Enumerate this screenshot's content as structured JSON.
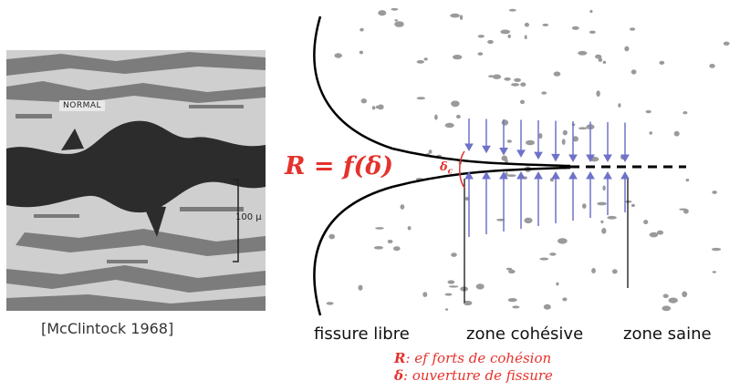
{
  "figure": {
    "micrograph": {
      "label": "NORMAL",
      "scale_label": "100 μ"
    },
    "caption": "[McClintock 1968]",
    "cohesive_law": "R = f(δ)",
    "critical_opening": {
      "symbol": "δ",
      "subscript": "c"
    },
    "zones": {
      "free_crack": "fissure libre",
      "cohesive": "zone cohésive",
      "sound": "zone saine"
    },
    "legend": [
      {
        "symbol": "R",
        "text": ": ef forts de cohésion"
      },
      {
        "symbol": "δ",
        "text": ": ouverture de fissure"
      }
    ],
    "colors": {
      "crack_outline": "#000000",
      "cohesive_arrows": "#6f72c8",
      "law_text": "#e5322d",
      "specks": "#9a9a9a"
    }
  }
}
